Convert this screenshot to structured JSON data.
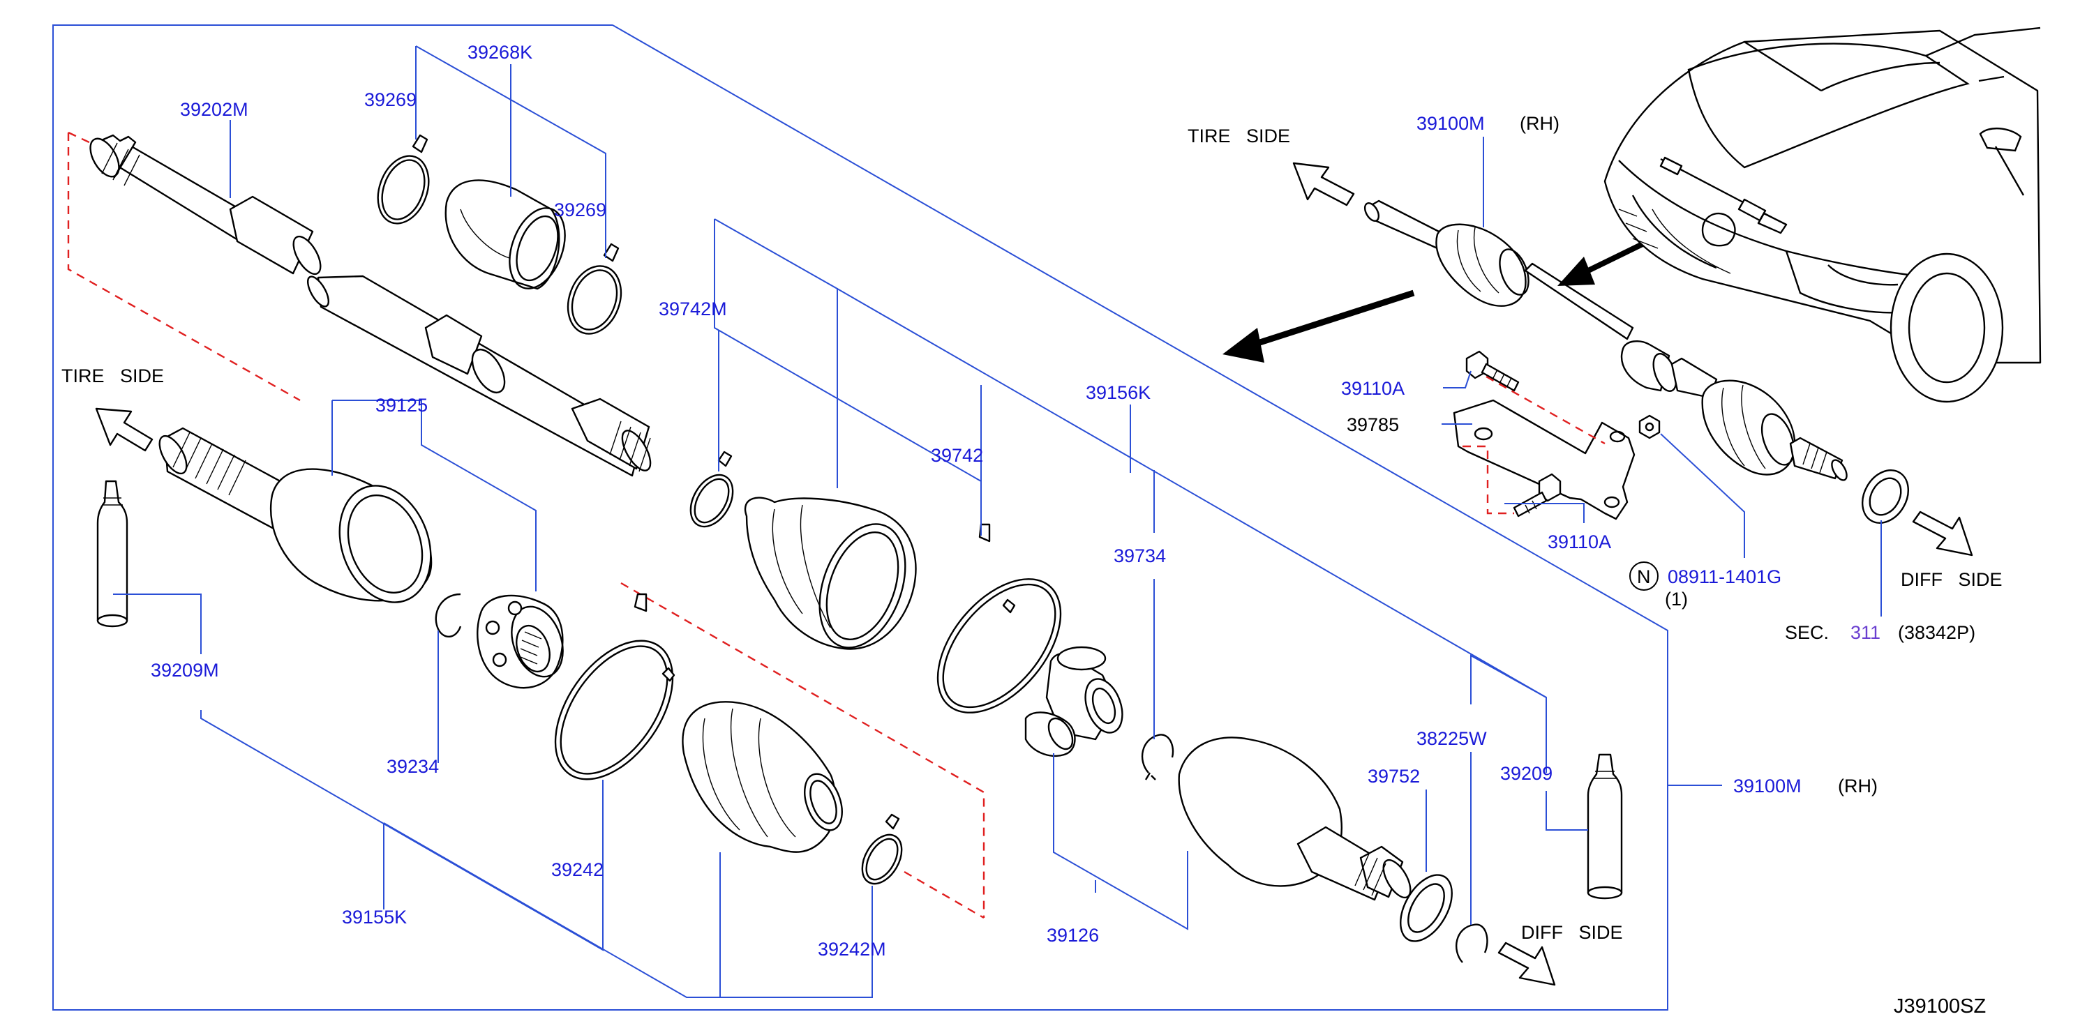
{
  "diagram_id": "J39100SZ",
  "parts": {
    "p39268K": "39268K",
    "p39202M": "39202M",
    "p39269a": "39269",
    "p39269b": "39269",
    "p39742M": "39742M",
    "p39125": "39125",
    "p39742": "39742",
    "p39156K": "39156K",
    "p39734": "39734",
    "p39209M": "39209M",
    "p39234": "39234",
    "p39242": "39242",
    "p39155K": "39155K",
    "p39242M": "39242M",
    "p39126": "39126",
    "p38225W": "38225W",
    "p39752": "39752",
    "p39209": "39209",
    "p39100M_assembly": "39100M",
    "p39100M_inset": "39100M",
    "p39110A_top": "39110A",
    "p39785": "39785",
    "p39110A_bottom": "39110A",
    "p08911": "08911-1401G",
    "sec_ref": "311"
  },
  "text": {
    "tire_side_left": "TIRE   SIDE",
    "tire_side_inset": "TIRE   SIDE",
    "diff_side_main": "DIFF   SIDE",
    "diff_side_inset": "DIFF   SIDE",
    "rh_assembly": "(RH)",
    "rh_inset": "(RH)",
    "nut_symbol": "N",
    "qty_one": "(1)",
    "sec_prefix": "SEC.",
    "sec_suffix": "(38342P)"
  },
  "colors": {
    "part_number": "#1a1ad8",
    "leader_line": "#2b4fd6",
    "hidden_line": "#e02020",
    "outline": "#000000"
  }
}
